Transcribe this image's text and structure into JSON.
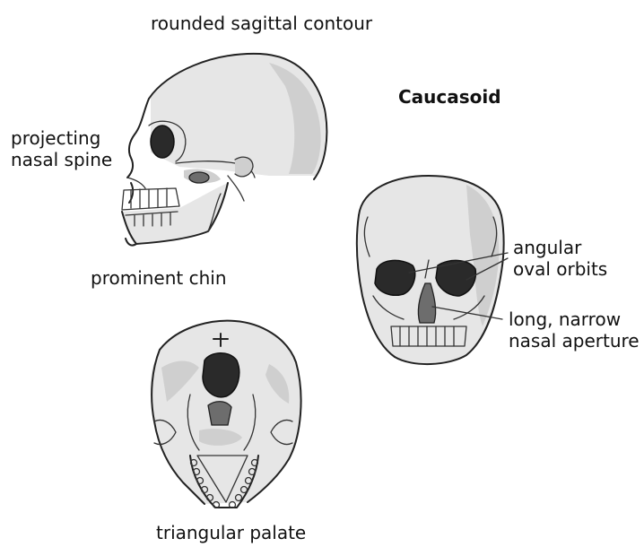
{
  "title": "Caucasoid",
  "labels": {
    "sagittal": "rounded sagittal contour",
    "nasal_spine_1": "projecting",
    "nasal_spine_2": "nasal spine",
    "chin": "prominent chin",
    "palate": "triangular palate",
    "orbits_1": "angular",
    "orbits_2": "oval orbits",
    "aperture_1": "long, narrow",
    "aperture_2": "nasal aperture"
  },
  "illustrations": {
    "lateral": "skull-lateral-view",
    "frontal": "skull-frontal-view",
    "basal": "skull-basal-view"
  }
}
